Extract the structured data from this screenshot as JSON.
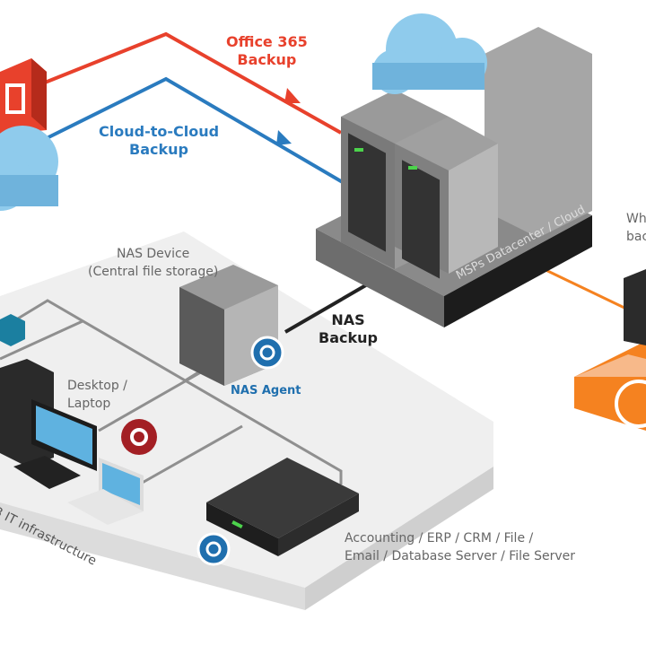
{
  "labels": {
    "office365": [
      "Office 365",
      "Backup"
    ],
    "cloud_to_cloud": [
      "Cloud-to-Cloud",
      "Backup"
    ],
    "nas_device": [
      "NAS Device",
      "(Central file storage)"
    ],
    "nas_backup": [
      "NAS",
      "Backup"
    ],
    "nas_agent": "NAS Agent",
    "desktop": [
      "Desktop /",
      "Laptop"
    ],
    "datacenter": "MSPs Datacenter / Cloud",
    "infrastructure": "B IT infrastructure",
    "servers": [
      "Accounting / ERP / CRM / File /",
      "Email / Database Server / File Server"
    ],
    "right_partial": [
      "Wh",
      "bac"
    ]
  },
  "colors": {
    "office365": "#e8412c",
    "cloud_to_cloud": "#2a7bbf",
    "orange": "#f58220",
    "agent_blue": "#1f6fae",
    "agent_red": "#a31f24"
  }
}
